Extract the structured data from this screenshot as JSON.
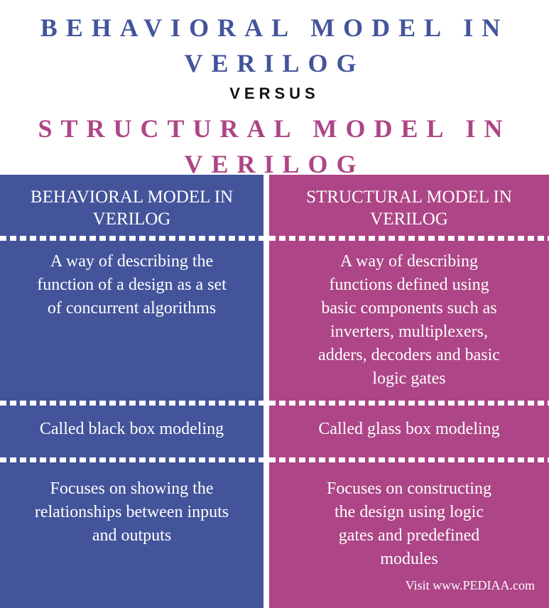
{
  "colors": {
    "behavioral": "#43549b",
    "structural": "#ad4586",
    "versus": "#111111",
    "background": "#ffffff"
  },
  "title": {
    "left_line1": "BEHAVIORAL MODEL IN",
    "left_line2": "VERILOG",
    "versus": "VERSUS",
    "right_line1": "STRUCTURAL MODEL IN",
    "right_line2": "VERILOG"
  },
  "columns": [
    {
      "header_line1": "BEHAVIORAL MODEL IN",
      "header_line2": "VERILOG",
      "rows": [
        [
          "A way of describing the",
          "function of a design as a set",
          "of concurrent algorithms"
        ],
        [
          "Called black box modeling"
        ],
        [
          "Focuses on showing the",
          "relationships between inputs",
          "and outputs"
        ]
      ]
    },
    {
      "header_line1": "STRUCTURAL MODEL IN",
      "header_line2": "VERILOG",
      "rows": [
        [
          "A way of describing",
          "functions defined using",
          "basic components such as",
          "inverters, multiplexers,",
          "adders, decoders and basic",
          "logic gates"
        ],
        [
          "Called glass box modeling"
        ],
        [
          "Focuses on constructing",
          "the design using logic",
          "gates and predefined",
          "modules"
        ]
      ]
    }
  ],
  "footer": "Visit www.PEDIAA.com"
}
